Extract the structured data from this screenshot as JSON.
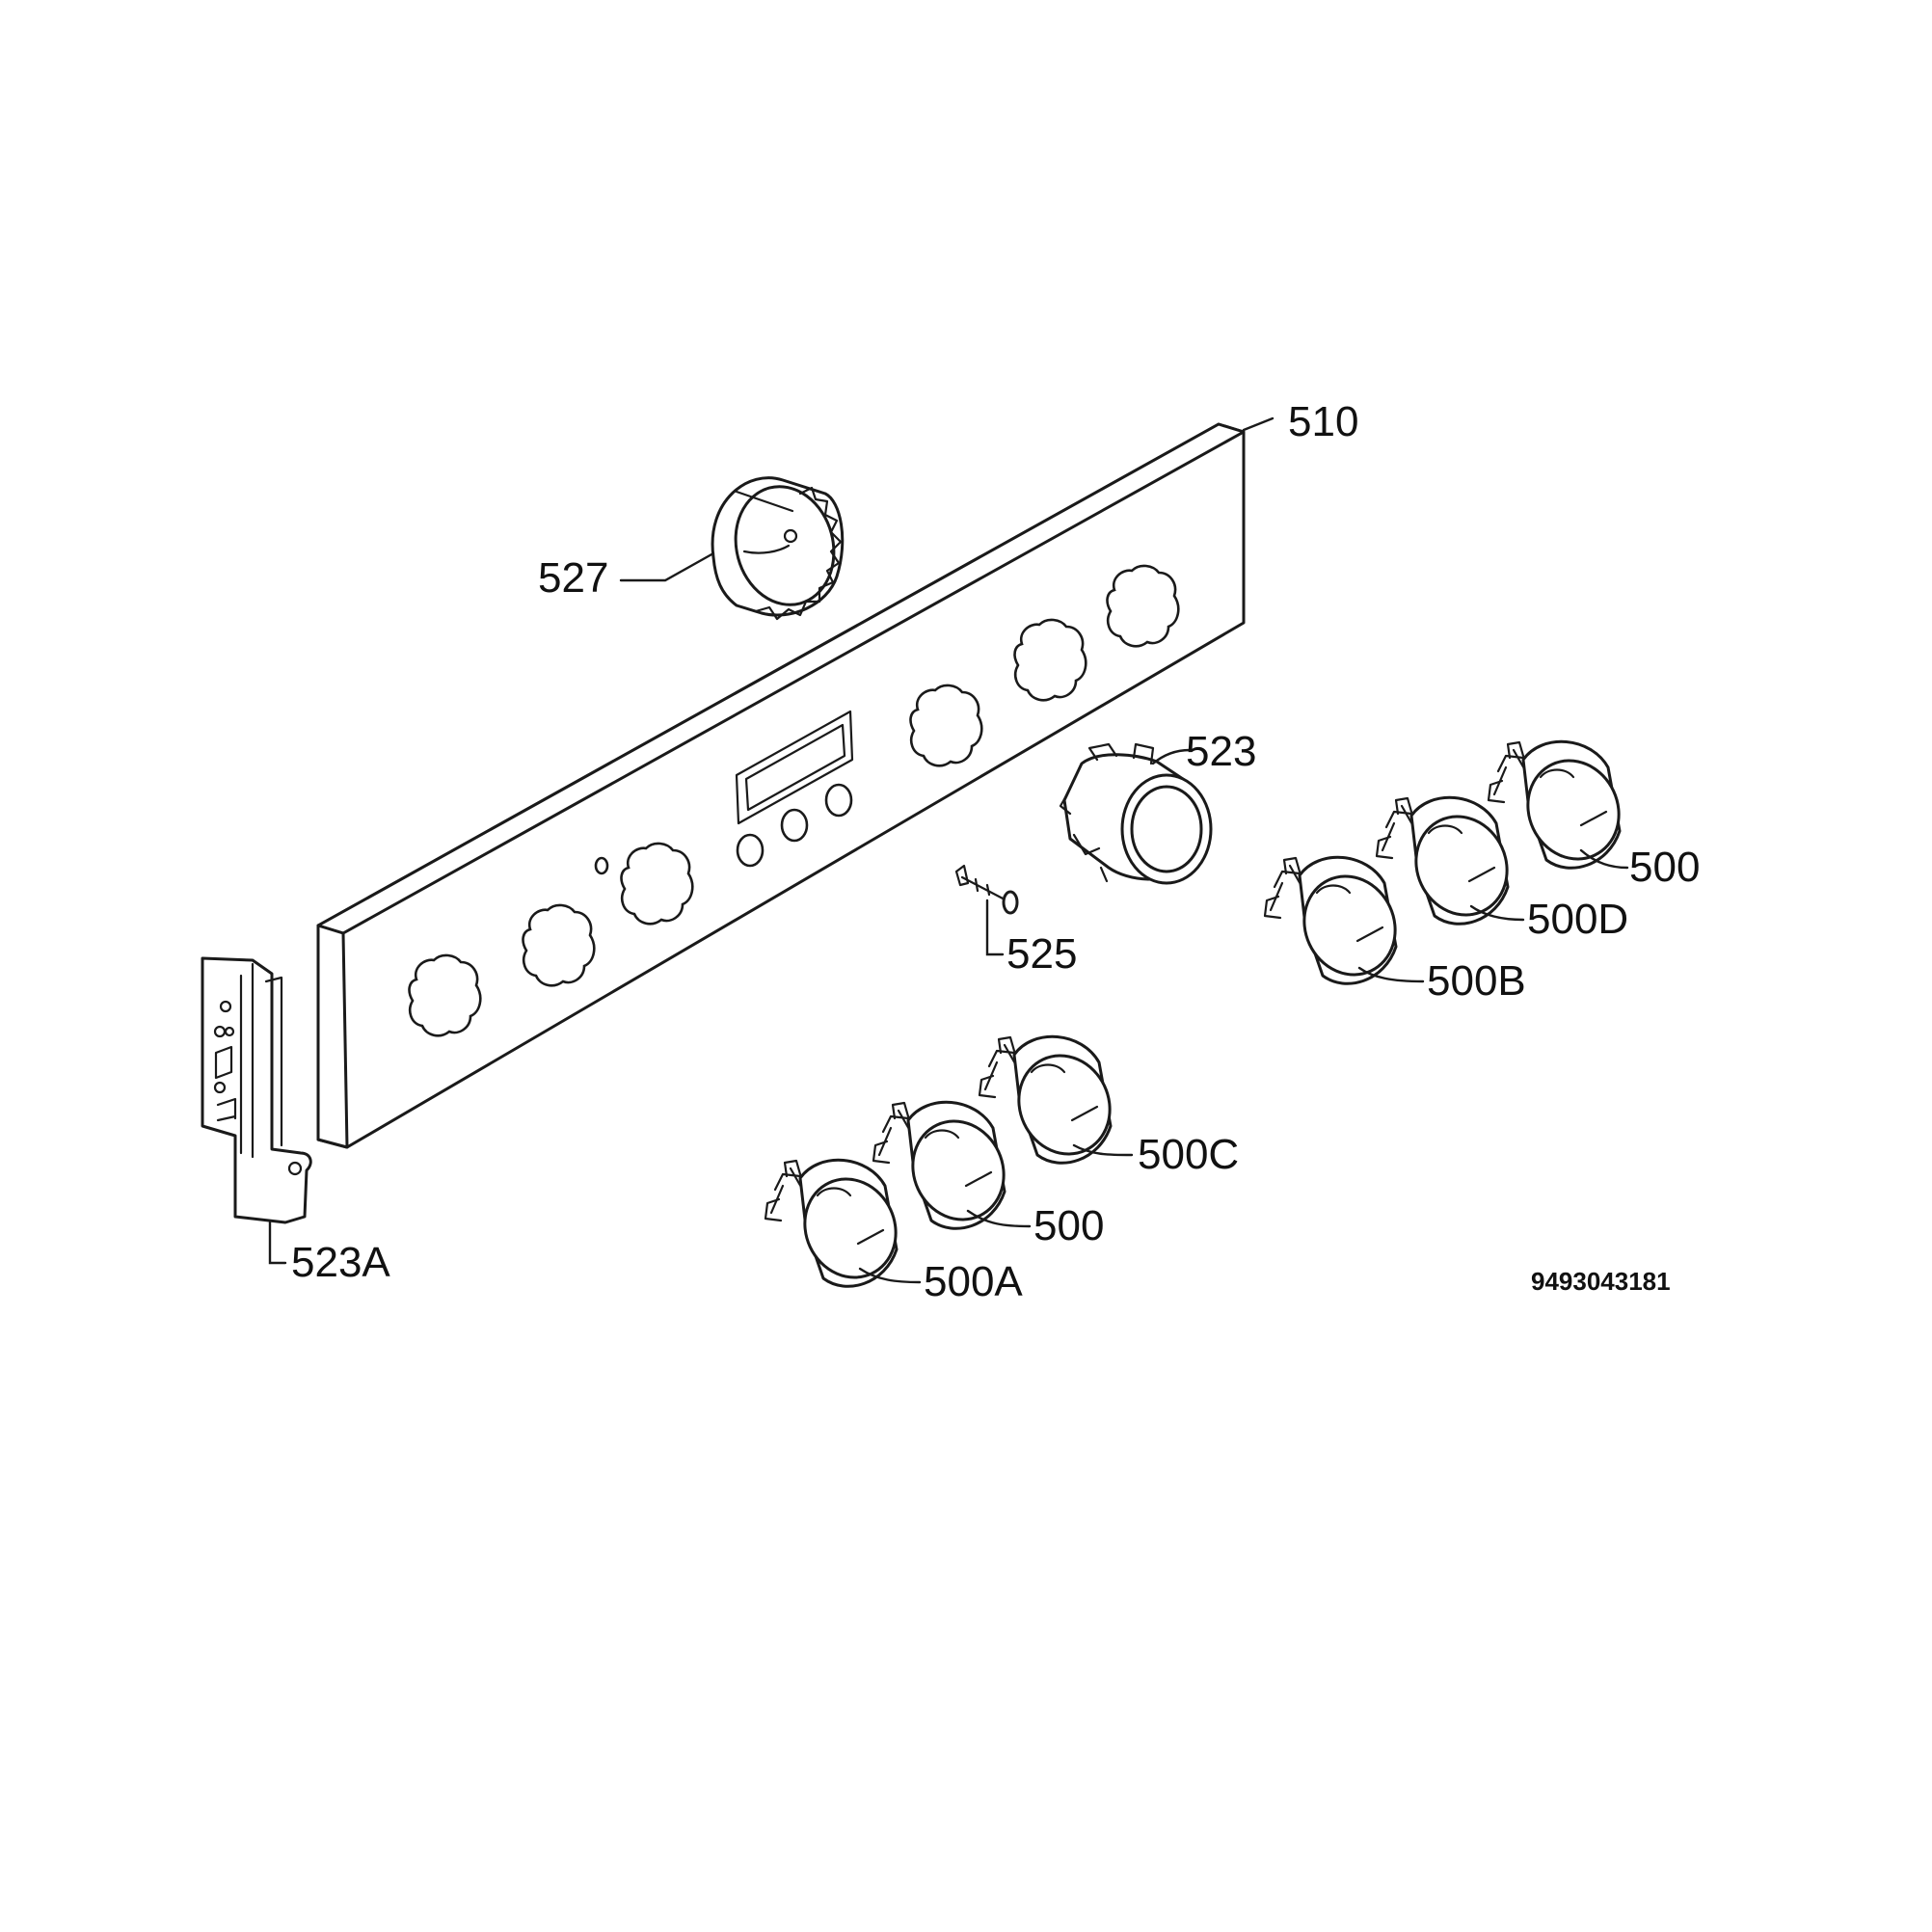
{
  "diagram": {
    "part_labels": {
      "panel": "510",
      "ring": "527",
      "button_housing": "523",
      "pin": "525",
      "bracket": "523A",
      "knob_far_right": "500",
      "knob_500d": "500D",
      "knob_500b": "500B",
      "knob_500c": "500C",
      "knob_center": "500",
      "knob_500a": "500A"
    },
    "document_number": "9493043181",
    "colors": {
      "line": "#1a1a1a",
      "background": "#ffffff"
    }
  }
}
